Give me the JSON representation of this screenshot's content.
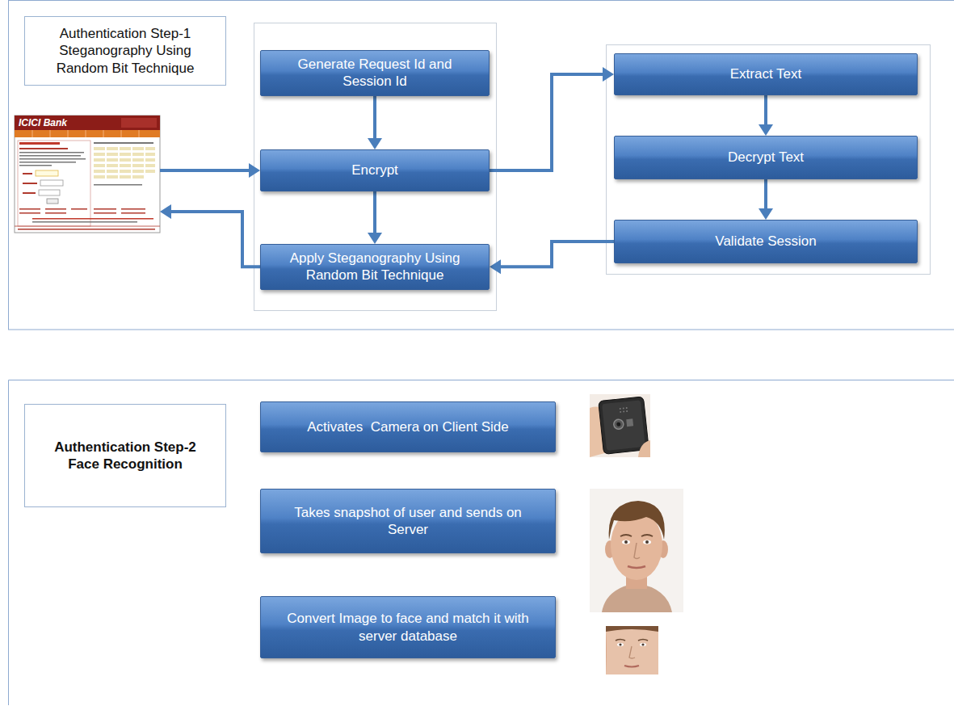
{
  "diagram": {
    "nodes": [
      {
        "text": [
          "Authentication Step-1",
          "Steganography Using Random Bit Technique"
        ]
      },
      {
        "text": [
          "ICICI Bank"
        ]
      },
      {
        "text": [
          "Generate Request Id and Session Id"
        ]
      },
      {
        "text": [
          "Encrypt"
        ]
      },
      {
        "text": [
          "Apply Steganography Using Random Bit Technique"
        ]
      },
      {
        "text": [
          "Extract Text"
        ]
      },
      {
        "text": [
          "Decrypt Text"
        ]
      },
      {
        "text": [
          "Validate Session"
        ]
      },
      {
        "text": [
          "Authentication Step-2",
          "Face Recognition"
        ]
      },
      {
        "text": [
          "Activates  Camera on Client Side"
        ]
      },
      {
        "text": [
          "Takes snapshot of user and sends on Server"
        ]
      },
      {
        "text": [
          "Convert Image to face and match it with server database"
        ]
      }
    ],
    "edges": [
      {
        "from": 2,
        "to": 3,
        "arrow": "to"
      },
      {
        "from": 3,
        "to": 4,
        "arrow": "to"
      },
      {
        "from": 1,
        "to": 3,
        "arrow": "to"
      },
      {
        "from": 4,
        "to": 1,
        "arrow": "to"
      },
      {
        "from": 3,
        "to": 5,
        "arrow": "to"
      },
      {
        "from": 5,
        "to": 6,
        "arrow": "to"
      },
      {
        "from": 6,
        "to": 7,
        "arrow": "to"
      },
      {
        "from": 7,
        "to": 4,
        "arrow": "to"
      }
    ]
  }
}
